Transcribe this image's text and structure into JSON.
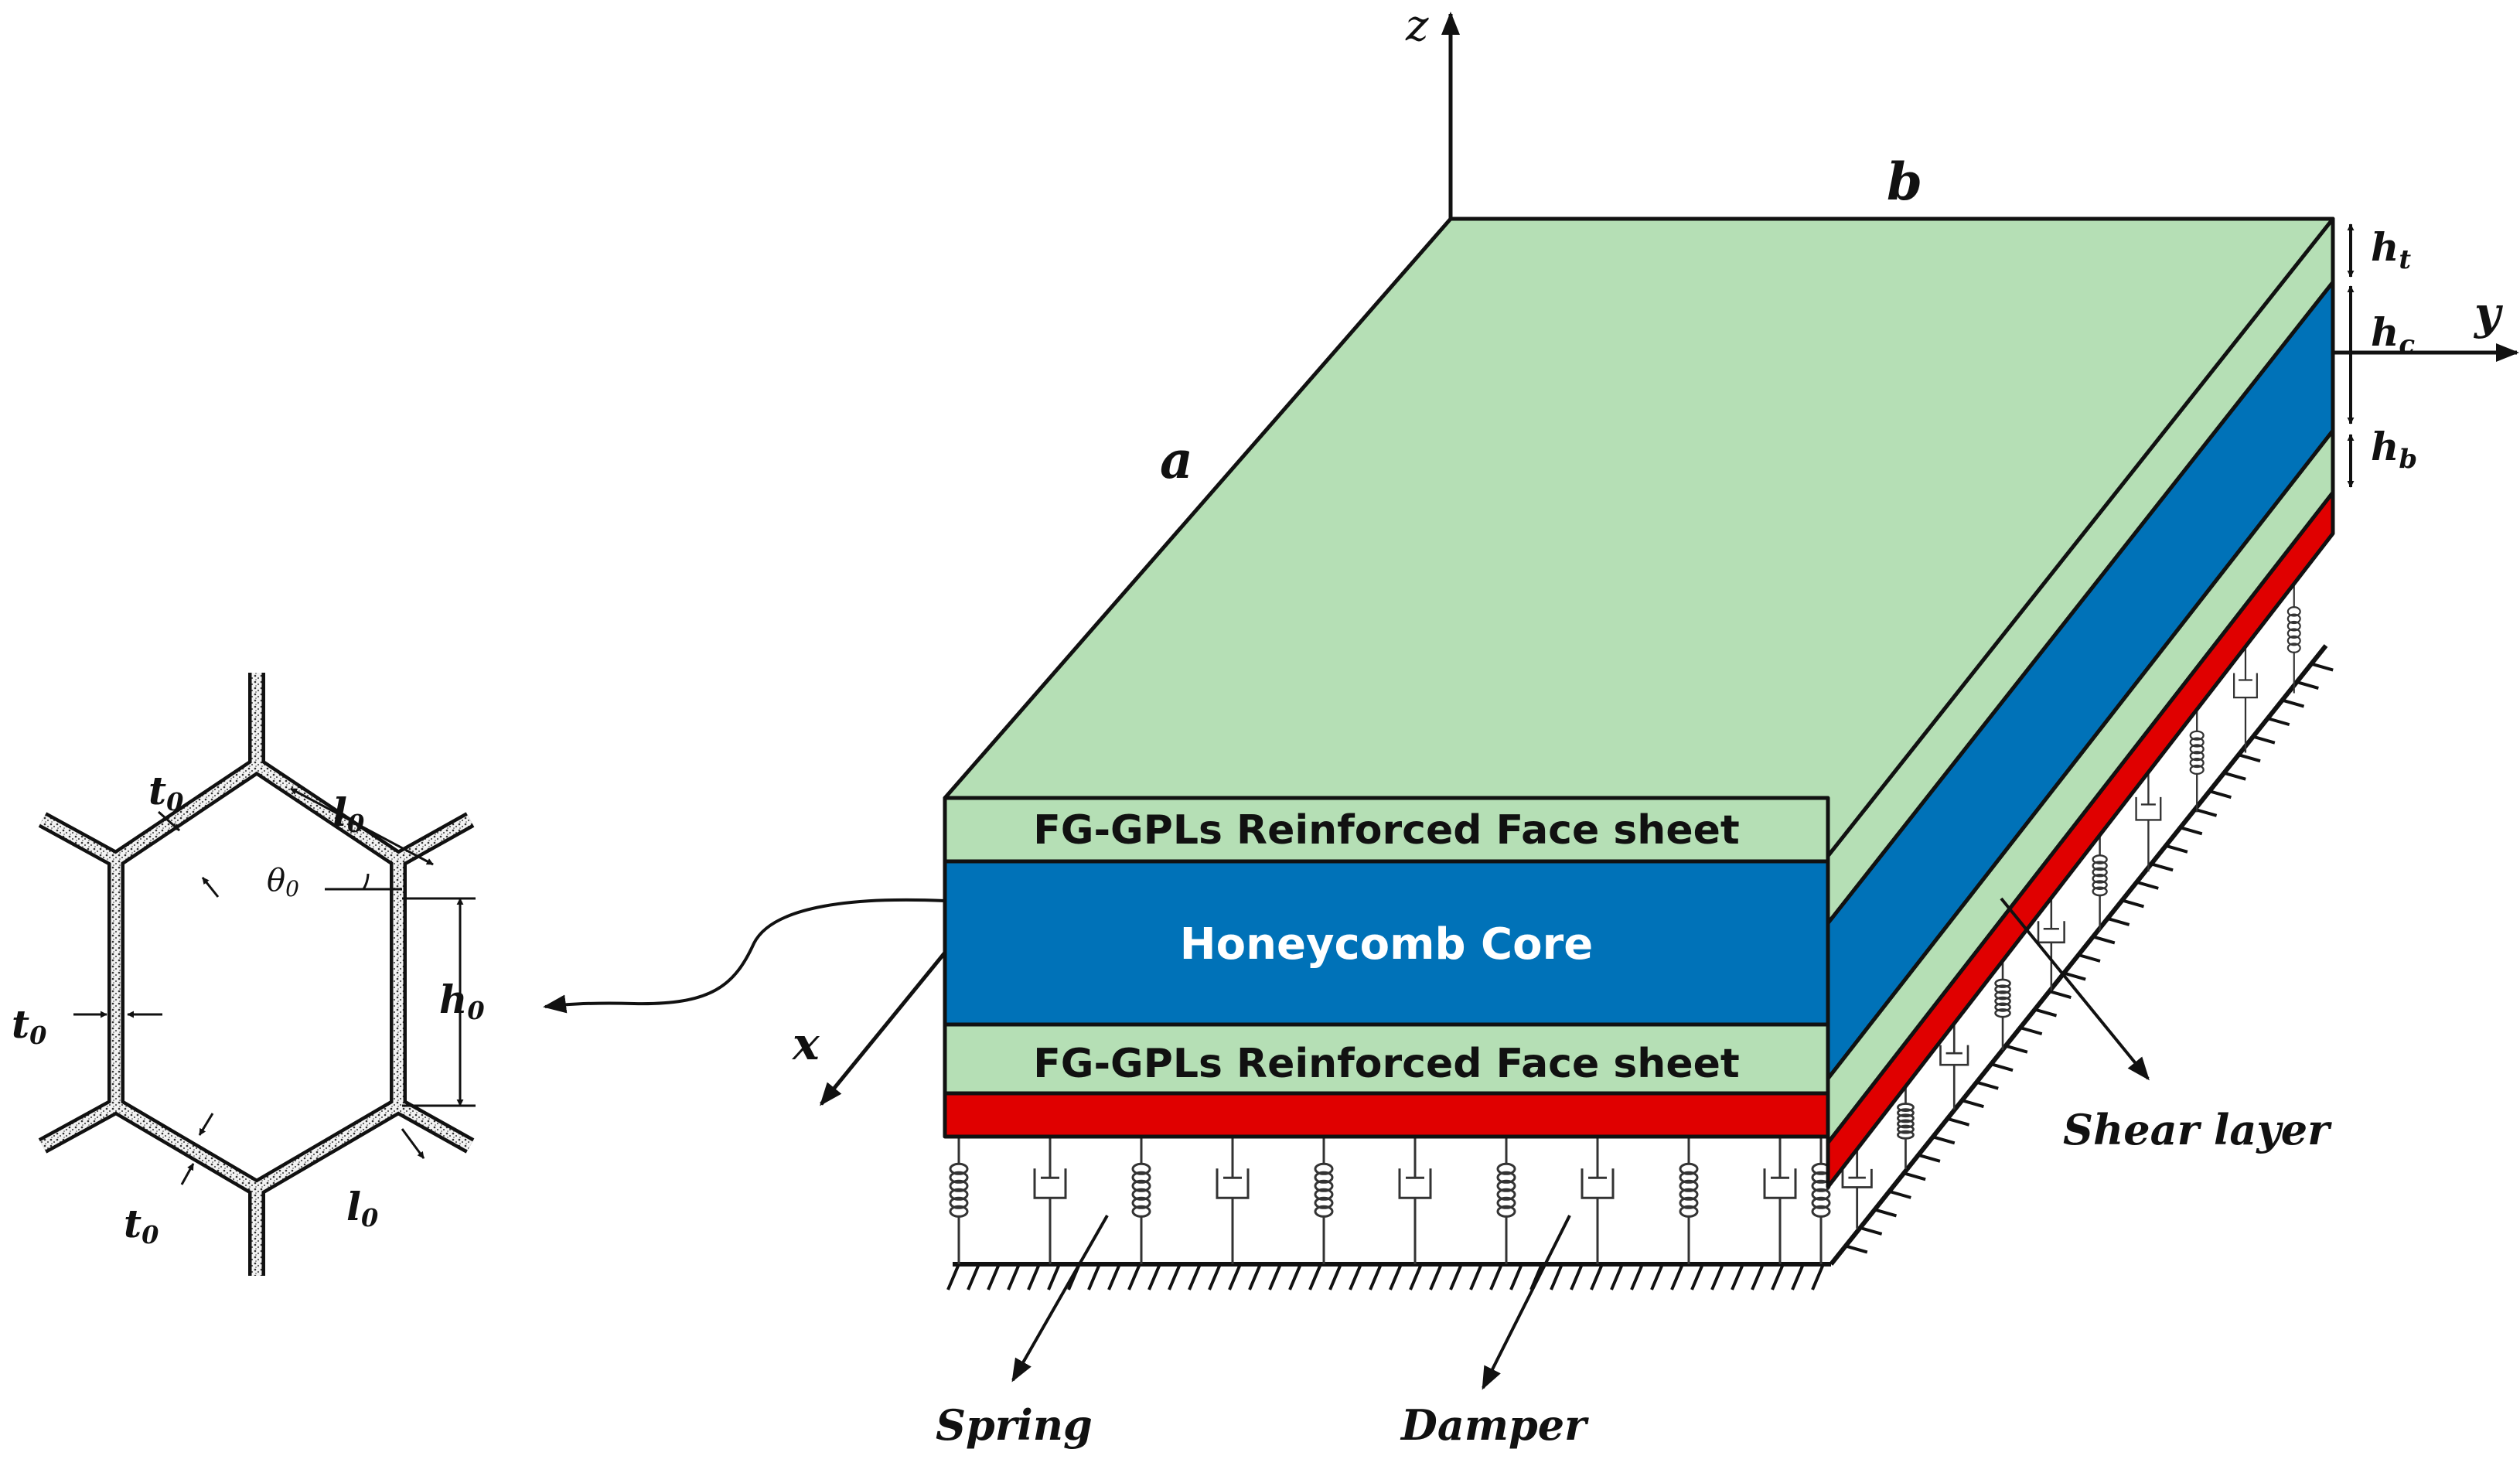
{
  "colors": {
    "face_sheet": "#b5dfb5",
    "core": "#0072b8",
    "shear_layer": "#e00000",
    "outline": "#111111",
    "background": "#ffffff",
    "core_text": "#ffffff",
    "face_text": "#111111"
  },
  "axes": {
    "z": "z",
    "y": "y",
    "x": "x"
  },
  "dimensions": {
    "a": "a",
    "b": "b",
    "ht_main": "h",
    "ht_sub": "t",
    "hc_main": "h",
    "hc_sub": "c",
    "hb_main": "h",
    "hb_sub": "b"
  },
  "layers": {
    "top_face": "FG-GPLs Reinforced Face sheet",
    "core": "Honeycomb Core",
    "bottom_face": "FG-GPLs Reinforced Face sheet"
  },
  "foundation": {
    "spring": "Spring",
    "damper": "Damper",
    "shear_layer": "Shear layer"
  },
  "honeycomb_cell": {
    "t0_main": "t",
    "t0_sub": "0",
    "l0_main": "l",
    "l0_sub": "0",
    "h0_main": "h",
    "h0_sub": "0",
    "theta0_main": "θ",
    "theta0_sub": "0"
  }
}
